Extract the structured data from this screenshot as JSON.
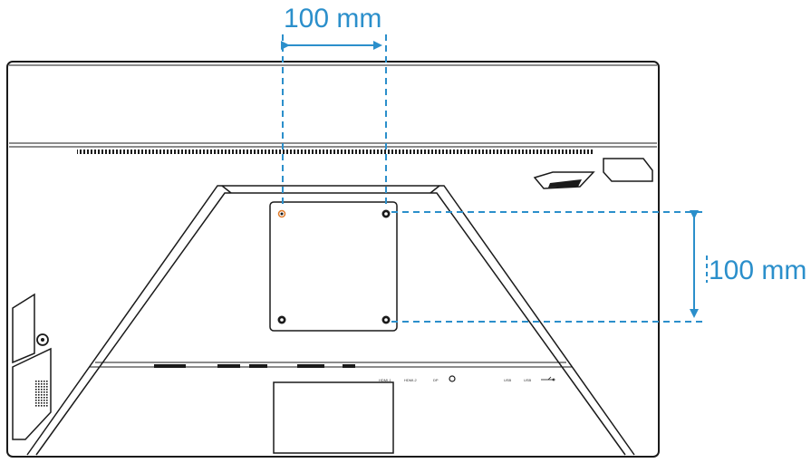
{
  "dimensions": {
    "horizontal": "100 mm",
    "vertical": "100 mm"
  },
  "ports": [
    {
      "label": "HDMI-1"
    },
    {
      "label": "HDMI-2"
    },
    {
      "label": "DP"
    },
    {
      "label": "USB"
    },
    {
      "label": "USB"
    }
  ],
  "colors": {
    "dimension": "#2b8fcb",
    "outline": "#1a1a1a",
    "screw_highlight": "#e07b2a"
  }
}
